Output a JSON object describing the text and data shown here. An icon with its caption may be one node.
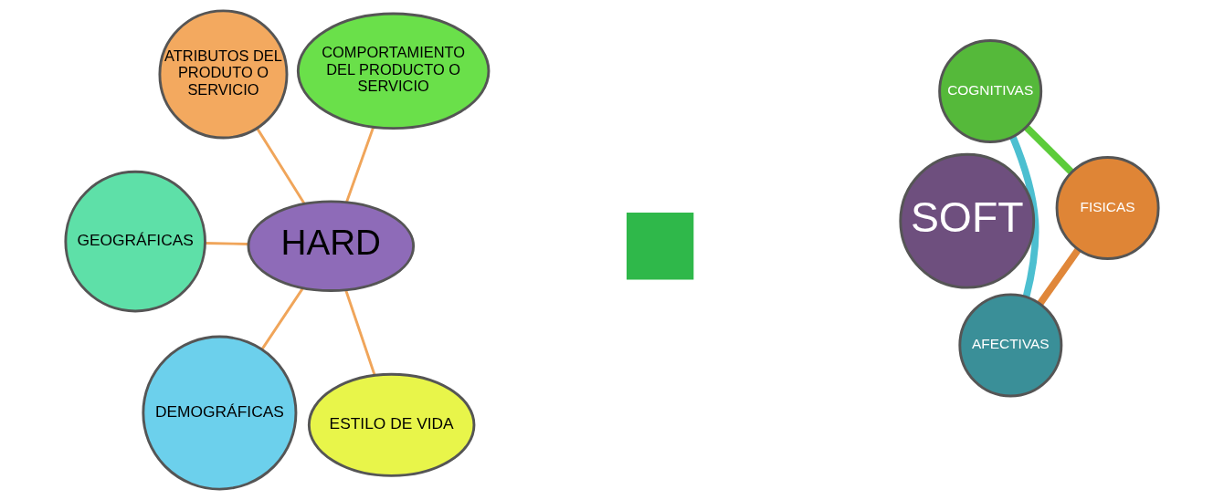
{
  "diagram": {
    "nodes": [
      {
        "text": [
          "HARD"
        ]
      },
      {
        "text": [
          "DEMOGRÁFICAS"
        ]
      },
      {
        "text": [
          "ATRIBUTOS DEL PRODUTO O SERVICIO"
        ]
      },
      {
        "text": [
          "GEOGRÁFICAS"
        ]
      },
      {
        "text": [
          "ESTILO DE VIDA"
        ]
      },
      {
        "text": [
          "COMPORTAMIENTO DEL PRODUCTO O SERVICIO"
        ]
      },
      {
        "text": [],
        "shape": "plus"
      },
      {
        "text": [
          "AFECTIVAS"
        ]
      },
      {
        "text": [
          "SOFT"
        ]
      },
      {
        "text": [
          "FISICAS"
        ]
      },
      {
        "text": [
          "COGNITIVAS"
        ]
      }
    ],
    "edges": [
      {
        "from": 0,
        "to": 1,
        "arrow": "none",
        "color": "#f0a55a"
      },
      {
        "from": 0,
        "to": 2,
        "arrow": "none",
        "color": "#f0a55a"
      },
      {
        "from": 0,
        "to": 3,
        "arrow": "none",
        "color": "#f0a55a"
      },
      {
        "from": 0,
        "to": 4,
        "arrow": "none",
        "color": "#f0a55a"
      },
      {
        "from": 0,
        "to": 5,
        "arrow": "none",
        "color": "#f0a55a"
      },
      {
        "from": 7,
        "to": 10,
        "arrow": "none",
        "style": "thick",
        "color": "#4cbfd0"
      },
      {
        "from": 10,
        "to": 9,
        "arrow": "none",
        "style": "thick",
        "color": "#5ccc3a"
      },
      {
        "from": 9,
        "to": 7,
        "arrow": "none",
        "style": "thick",
        "color": "#e0873a"
      }
    ]
  }
}
